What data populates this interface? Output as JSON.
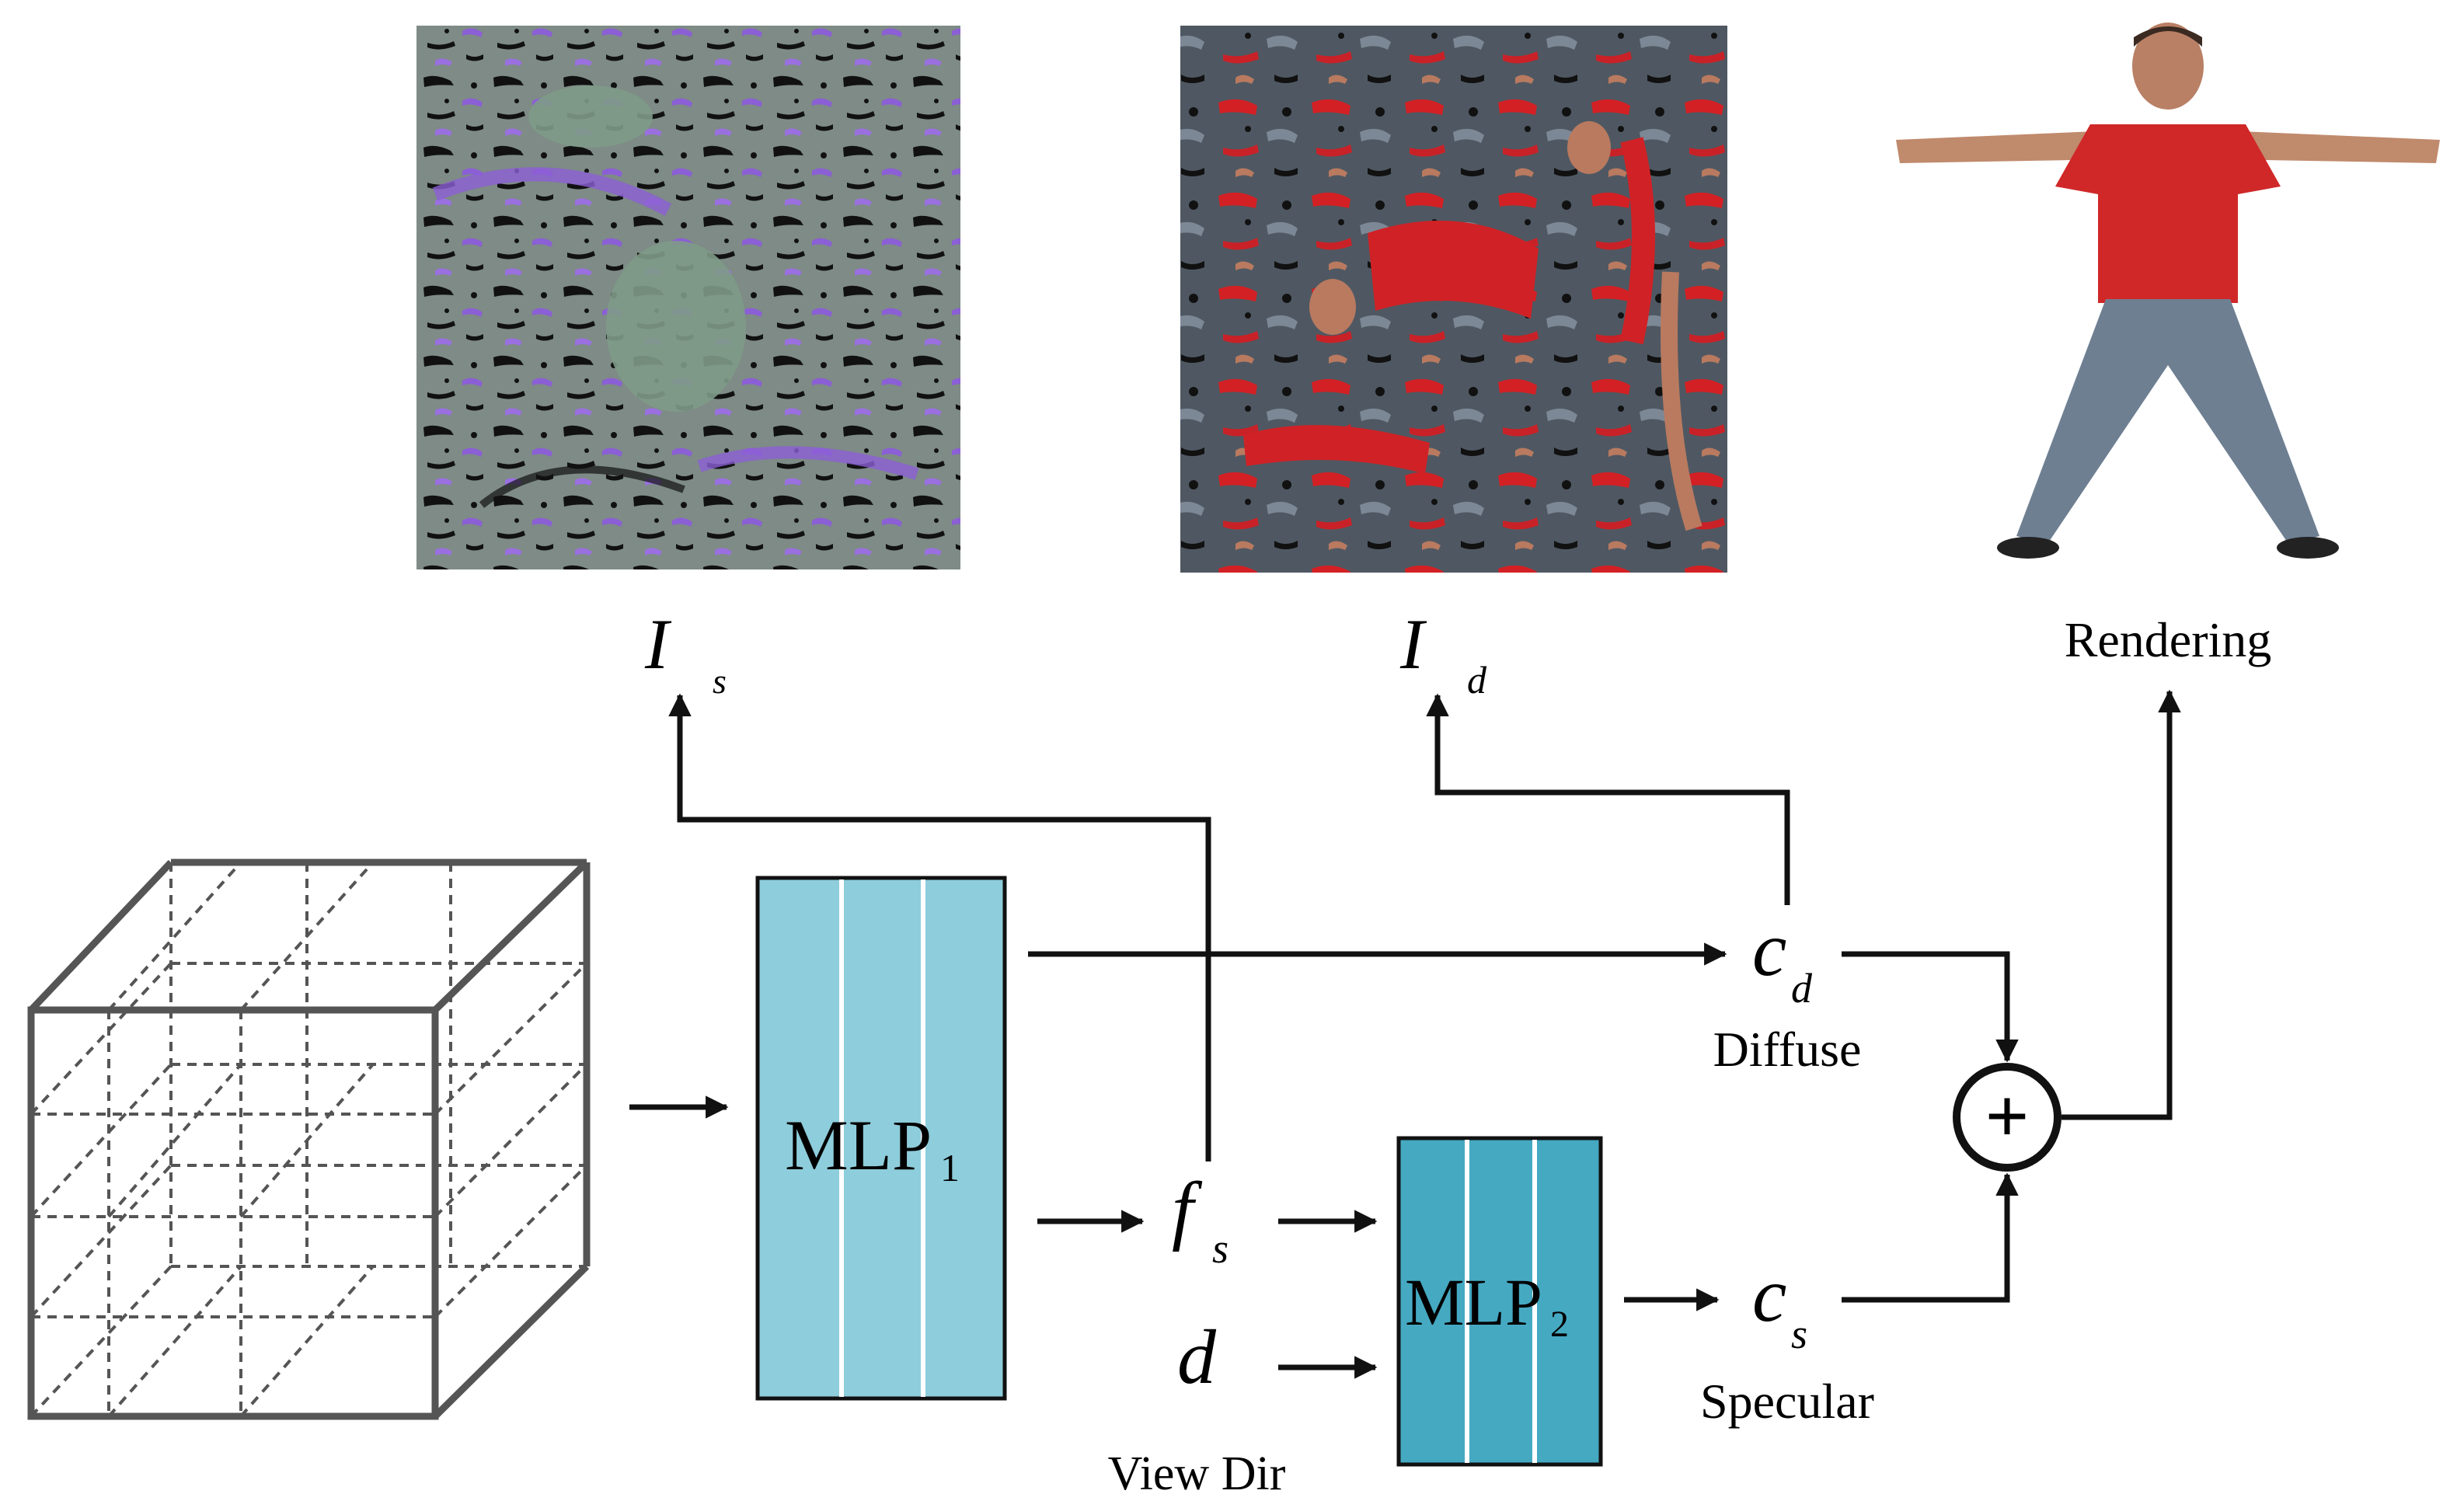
{
  "labels": {
    "is_main": "I",
    "is_sub": "s",
    "id_main": "I",
    "id_sub": "d",
    "rendering": "Rendering",
    "mlp1_main": "MLP",
    "mlp1_sub": "1",
    "mlp2_main": "MLP",
    "mlp2_sub": "2",
    "fs_main": "f",
    "fs_sub": "s",
    "d": "d",
    "view_dir": "View Dir",
    "cd_main": "c",
    "cd_sub": "d",
    "diffuse": "Diffuse",
    "cs_main": "c",
    "cs_sub": "s",
    "specular": "Specular",
    "plus": "+"
  },
  "images": {
    "specular_map": "specular texture map (purple/grey noisy atlas)",
    "diffuse_map": "diffuse texture map (red/grey body-part atlas)",
    "rendering": "rendered person in T-pose, red t-shirt and jeans"
  },
  "colors": {
    "mlp1_fill": "#8ecddb",
    "mlp2_fill": "#45a9c2",
    "stroke": "#111111",
    "grid_stroke": "#555555",
    "specular_base": "#7f8a86",
    "specular_accent": "#8d5fd6",
    "diffuse_base": "#4e5660",
    "diffuse_accent": "#d01f22",
    "shirt": "#d02828",
    "jeans": "#6e7f92",
    "skin": "#c08a6c"
  }
}
